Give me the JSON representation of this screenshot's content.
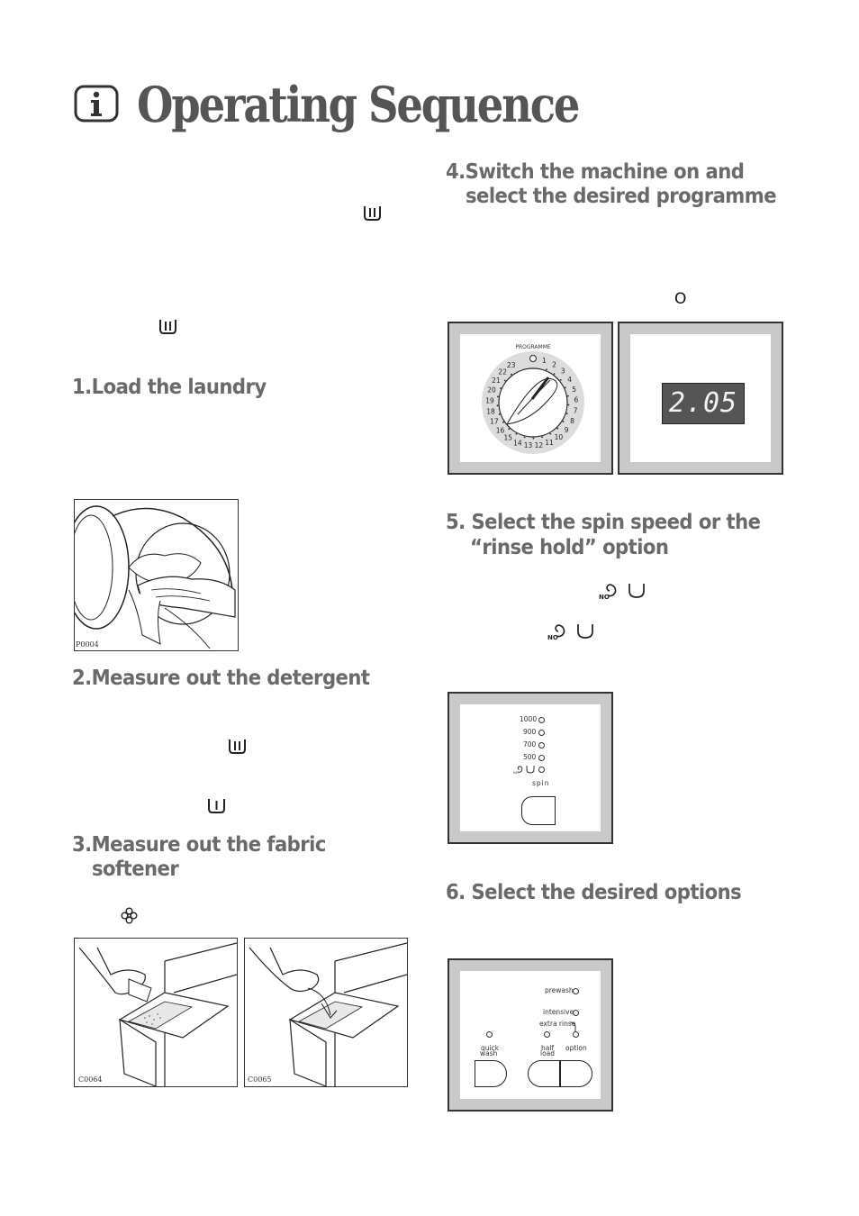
{
  "page": {
    "title": "Operating Sequence"
  },
  "steps": {
    "s1": "1.Load the laundry",
    "s2": "2.Measure out the detergent",
    "s3_line1": "3.Measure out the fabric",
    "s3_line2": "softener",
    "s4_line1": "4.Switch the machine on and",
    "s4_line2": "select the desired programme",
    "s5_line1": "5. Select the spin speed or the",
    "s5_line2": "“rinse hold” option",
    "s6": "6. Select the desired options"
  },
  "symbols": {
    "off_symbol": "O"
  },
  "images": {
    "laundry_code": "P0004",
    "drawer1_code": "C0064",
    "drawer2_code": "C0065"
  },
  "programme_dial": {
    "label": "PROGRAMME",
    "numbers": [
      "1",
      "2",
      "3",
      "4",
      "5",
      "6",
      "7",
      "8",
      "9",
      "10",
      "11",
      "12",
      "13",
      "14",
      "15",
      "16",
      "17",
      "18",
      "19",
      "20",
      "21",
      "22",
      "23"
    ]
  },
  "display": {
    "value": "2.05"
  },
  "spin_panel": {
    "speeds": [
      "1000",
      "900",
      "700",
      "500"
    ],
    "button_label": "spin"
  },
  "options_panel": {
    "prewash": "prewash",
    "intensive": "intensive",
    "extra_rinse": "extra rinse",
    "quick_wash_1": "quick",
    "quick_wash_2": "wash",
    "half_load_1": "half",
    "half_load_2": "load",
    "option": "option"
  }
}
